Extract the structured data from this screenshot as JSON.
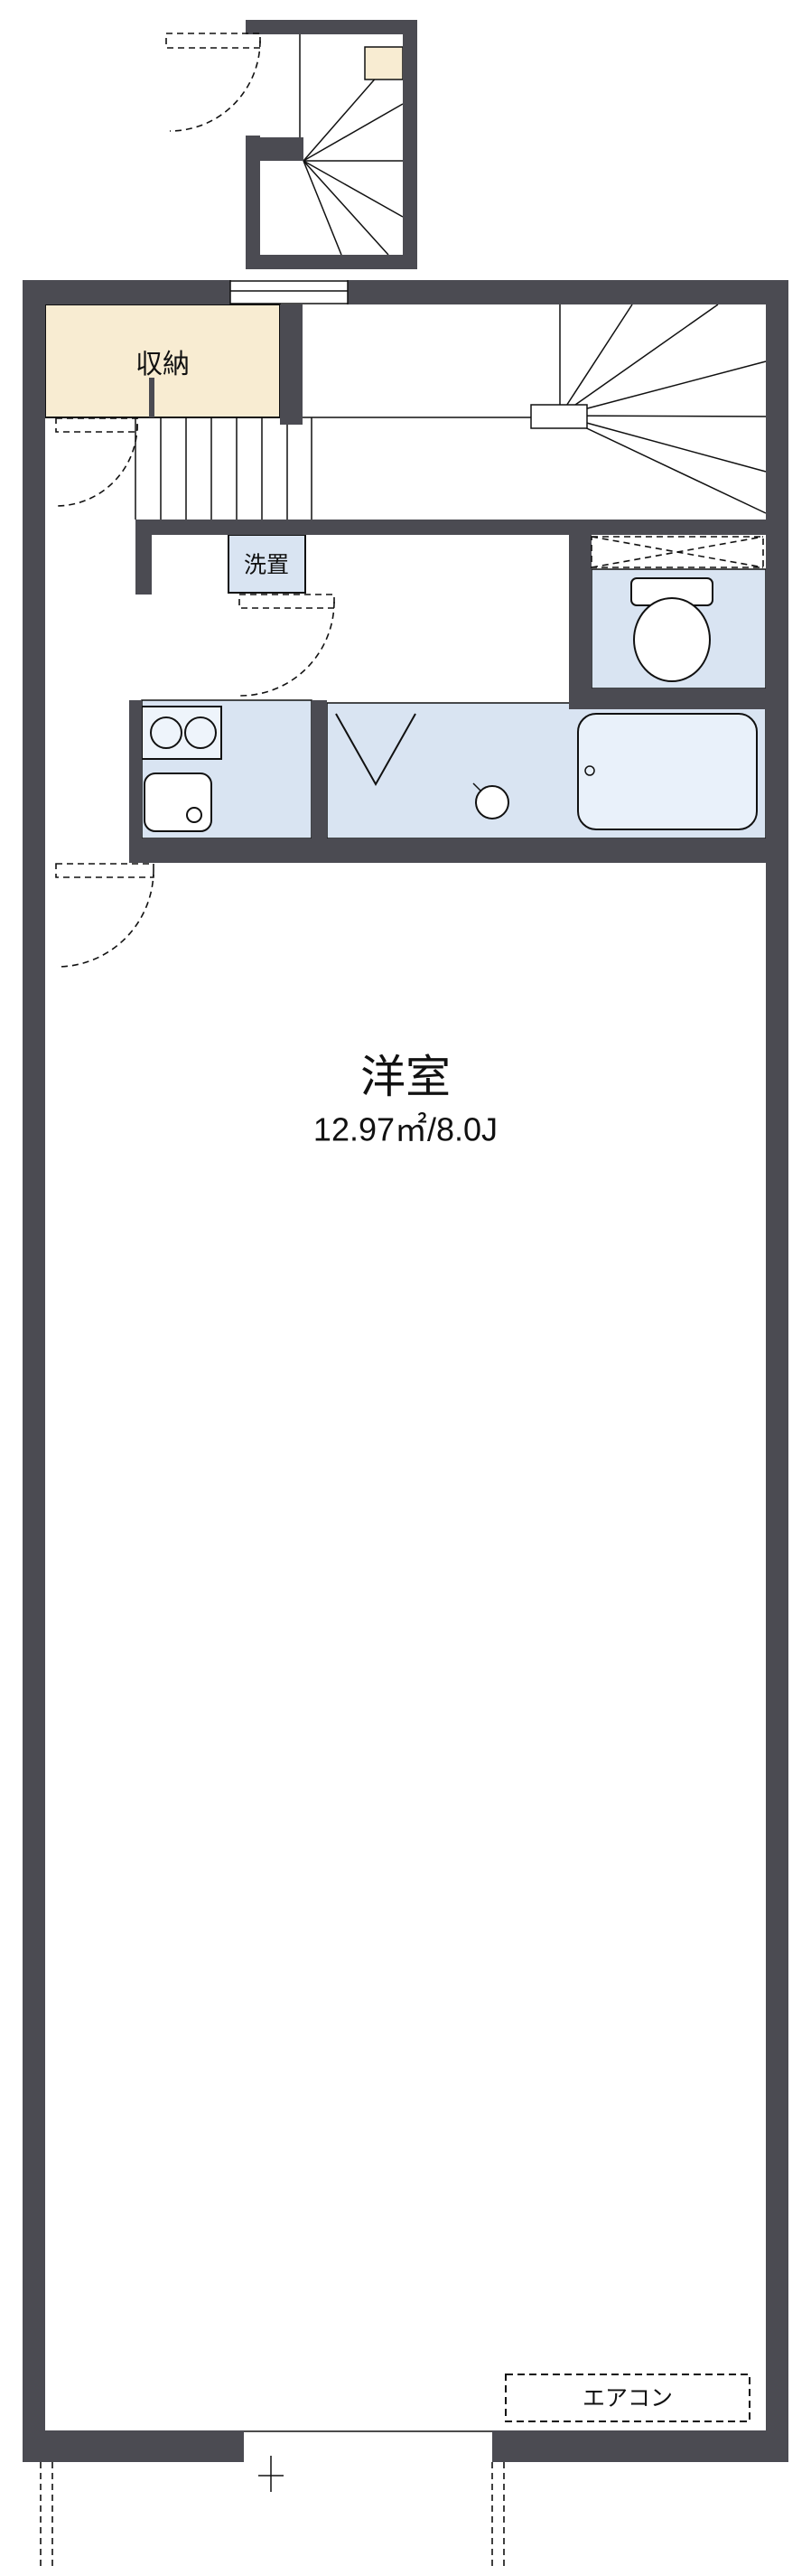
{
  "floorplan": {
    "labels": {
      "storage": "収納",
      "washer": "洗置",
      "main_room": "洋室",
      "main_room_area": "12.97㎡/8.0J",
      "aircon": "エアコン"
    },
    "colors": {
      "wall": "#4b4b52",
      "storage_fill": "#f8ecd2",
      "water_fill": "#d9e4f2",
      "fixture_fill": "#ffffff",
      "tub_fill": "#e9f1fa",
      "line": "#111111"
    }
  }
}
